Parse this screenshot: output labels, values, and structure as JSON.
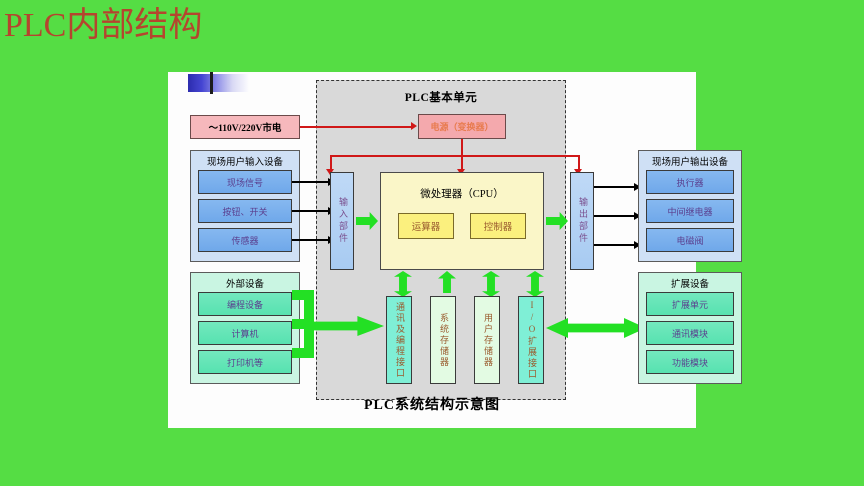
{
  "slide": {
    "title": "PLC内部结构",
    "title_color": "#B5452E",
    "background_color": "#55DD44",
    "panel_color": "#FDFDFD"
  },
  "diagram": {
    "caption": "PLC系统结构示意图",
    "basic_unit_title": "PLC基本单元",
    "power_source": {
      "label": "～110V/220V市电",
      "color": "#F6B8BC"
    },
    "power_converter": {
      "label": "电源（变换器）",
      "color": "#F4A9AD",
      "text_color": "#E87B4E"
    },
    "input_component": {
      "label": "输入部件",
      "color": "#B0D0F2"
    },
    "output_component": {
      "label": "输出部件",
      "color": "#B0D0F2"
    },
    "cpu": {
      "label": "微处理器（CPU）",
      "color": "#FAF6C8",
      "sub_blocks": [
        {
          "label": "运算器",
          "color": "#FBF07E"
        },
        {
          "label": "控制器",
          "color": "#FBF07E"
        }
      ]
    },
    "field_input_group": {
      "title": "现场用户输入设备",
      "color": "#CFE0F5",
      "items": [
        {
          "label": "现场信号"
        },
        {
          "label": "按钮、开关"
        },
        {
          "label": "传感器"
        }
      ]
    },
    "field_output_group": {
      "title": "现场用户输出设备",
      "color": "#CFE0F5",
      "items": [
        {
          "label": "执行器"
        },
        {
          "label": "中间继电器"
        },
        {
          "label": "电磁阀"
        }
      ]
    },
    "external_devices_group": {
      "title": "外部设备",
      "color": "#C9F5E2",
      "items": [
        {
          "label": "编程设备"
        },
        {
          "label": "计算机"
        },
        {
          "label": "打印机等"
        }
      ]
    },
    "expansion_devices_group": {
      "title": "扩展设备",
      "color": "#C9F5E2",
      "items": [
        {
          "label": "扩展单元"
        },
        {
          "label": "通讯模块"
        },
        {
          "label": "功能模块"
        }
      ]
    },
    "bus_modules": [
      {
        "label": "通讯及编程接口",
        "color": "#7FEFD6"
      },
      {
        "label": "系统存储器",
        "color": "#E3FBE3"
      },
      {
        "label": "用户存储器",
        "color": "#E3FBE3"
      },
      {
        "label": "I/O扩展接口",
        "color": "#7FEFD6"
      }
    ],
    "colors": {
      "wire_black": "#000000",
      "wire_red": "#D01818",
      "bus_green": "#23E024",
      "unit_region": "#D9D9D9"
    }
  }
}
